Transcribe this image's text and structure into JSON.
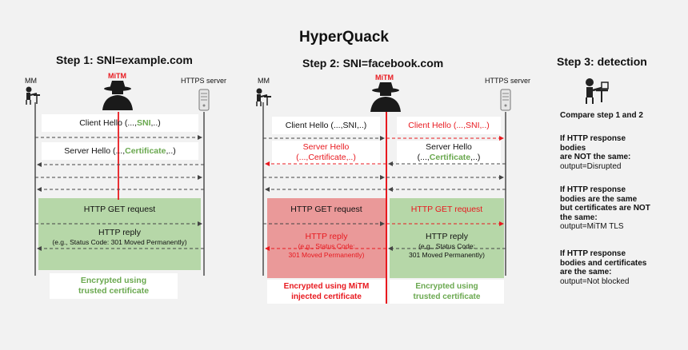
{
  "title": "HyperQuack",
  "step1": {
    "heading": "Step 1: SNI=example.com",
    "client_label": "MM",
    "mitm_label": "MiTM",
    "server_label": "HTTPS server",
    "client_hello_prefix": "Client Hello (...,",
    "client_hello_sni": "SNI",
    "client_hello_suffix": ",..)",
    "server_hello_prefix": "Server Hello (...,",
    "server_hello_cert": "Certificate",
    "server_hello_suffix": ",..)",
    "get_request": "HTTP GET request",
    "reply": "HTTP reply",
    "reply_detail": "(e.g., Status Code: 301 Moved Permanently)",
    "encrypted_line1": "Encrypted using",
    "encrypted_line2": "trusted certificate"
  },
  "step2": {
    "heading": "Step 2: SNI=facebook.com",
    "client_label": "MM",
    "mitm_label": "MiTM",
    "server_label": "HTTPS server",
    "left_client_hello": "Client Hello (...,SNI,..)",
    "left_server_hello_1": "Server Hello",
    "left_server_hello_2": "(...,Certificate,..)",
    "left_get_request": "HTTP GET request",
    "left_reply": "HTTP reply",
    "left_reply_detail_1": "(e.g., Status Code:",
    "left_reply_detail_2": "301 Moved Permanently)",
    "left_encrypted_1": "Encrypted using MiTM",
    "left_encrypted_2": "injected certificate",
    "right_client_hello": "Client Hello (...,SNI,..)",
    "right_server_hello_1": "Server Hello",
    "right_server_hello_2_prefix": "(...,",
    "right_server_hello_2_cert": "Certificate",
    "right_server_hello_2_suffix": ",..)",
    "right_get_request": "HTTP GET request",
    "right_reply": "HTTP reply",
    "right_reply_detail_1": "(e.g., Status Code:",
    "right_reply_detail_2": "301 Moved Permanently)",
    "right_encrypted_1": "Encrypted using",
    "right_encrypted_2": "trusted certificate"
  },
  "step3": {
    "heading": "Step 3: detection",
    "compare": "Compare step 1 and 2",
    "case1_line1": "If HTTP response",
    "case1_line2": "bodies",
    "case1_line3": "are NOT the same:",
    "case1_output": "output=Disrupted",
    "case2_line1": "If HTTP response",
    "case2_line2": "bodies are the same",
    "case2_line3": "but certificates are NOT",
    "case2_line4": "the same:",
    "case2_output": "output=MiTM TLS",
    "case3_line1": "If HTTP response",
    "case3_line2": "bodies and certificates",
    "case3_line3": "are the same:",
    "case3_output": "output=Not blocked"
  },
  "colors": {
    "background": "#f2f2f2",
    "accent_red": "#e8191f",
    "accent_green": "#6aa84f",
    "box_green": "#b6d7a8",
    "box_red": "#ea9999"
  }
}
